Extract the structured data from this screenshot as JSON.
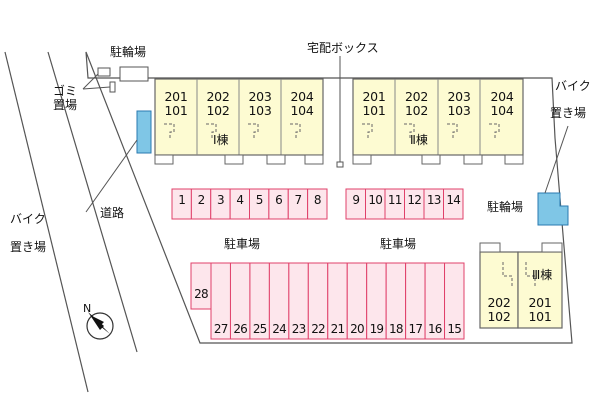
{
  "labels": {
    "bicycle_top": "駐輪場",
    "garbage": "ゴミ\n置場",
    "delivery_box": "宅配ボックス",
    "bike_right_1": "バイク",
    "bike_right_2": "置き場",
    "bike_left_1": "バイク",
    "bike_left_2": "置き場",
    "road": "道路",
    "parking_left": "駐車場",
    "parking_right": "駐車場",
    "bicycle_right": "駐輪場",
    "north": "N"
  },
  "buildings": [
    {
      "name": "Ⅰ棟",
      "units": [
        {
          "top": "201",
          "bottom": "101"
        },
        {
          "top": "202",
          "bottom": "102"
        },
        {
          "top": "203",
          "bottom": "103"
        },
        {
          "top": "204",
          "bottom": "104"
        }
      ]
    },
    {
      "name": "Ⅱ棟",
      "units": [
        {
          "top": "201",
          "bottom": "101"
        },
        {
          "top": "202",
          "bottom": "102"
        },
        {
          "top": "203",
          "bottom": "103"
        },
        {
          "top": "204",
          "bottom": "104"
        }
      ]
    },
    {
      "name": "Ⅲ棟",
      "units": [
        {
          "top": "202",
          "bottom": "102"
        },
        {
          "top": "201",
          "bottom": "101"
        }
      ]
    }
  ],
  "parking": {
    "row_top_left": [
      "1",
      "2",
      "3",
      "4",
      "5",
      "6",
      "7",
      "8"
    ],
    "row_top_right": [
      "9",
      "10",
      "11",
      "12",
      "13",
      "14"
    ],
    "row_bottom": [
      "27",
      "26",
      "25",
      "24",
      "23",
      "22",
      "21",
      "20",
      "19",
      "18",
      "17",
      "16",
      "15"
    ],
    "side": "28"
  },
  "colors": {
    "building_fill": "#fdfbd2",
    "building_stroke": "#666666",
    "parking_fill": "#fde6ec",
    "parking_stroke": "#e0406a",
    "bike_fill": "#7fc6e6",
    "bike_stroke": "#2a7ab0",
    "lot_stroke": "#555555"
  }
}
